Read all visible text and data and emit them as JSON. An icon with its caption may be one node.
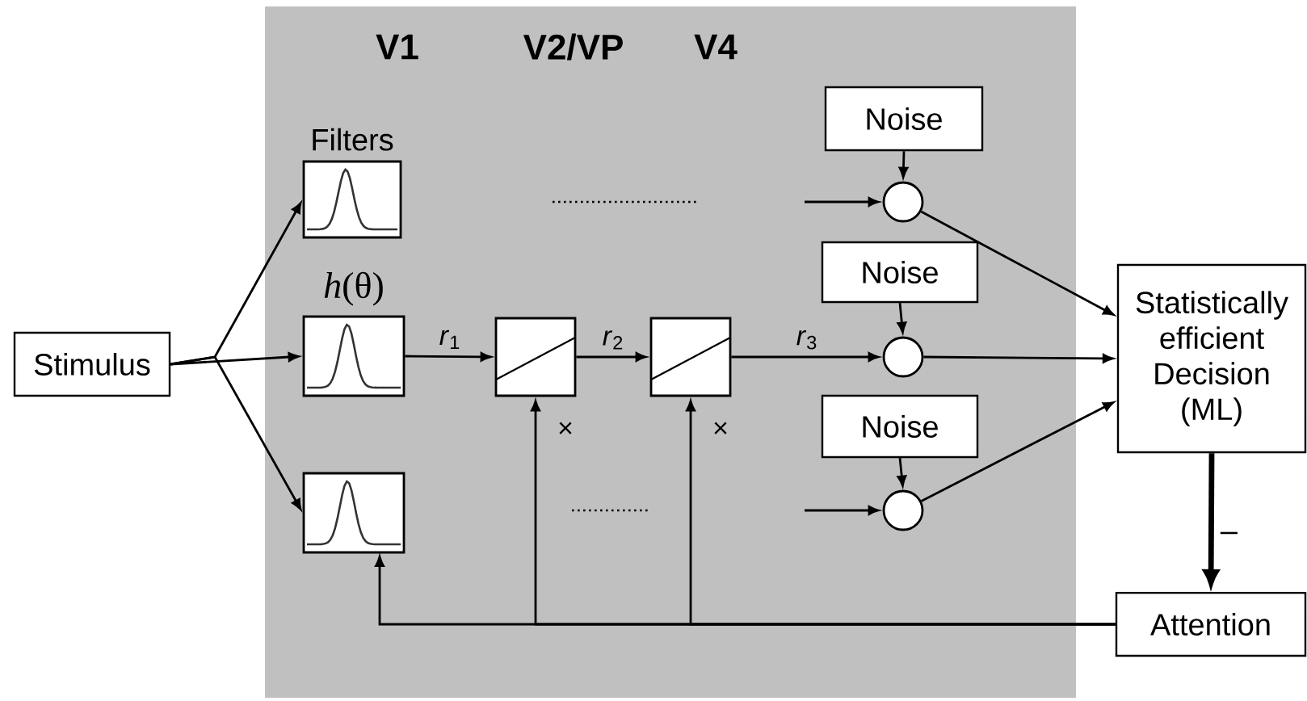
{
  "diagram": {
    "nodes": [
      {
        "text": [],
        "shape": "box"
      },
      {
        "text": [
          "Stimulus"
        ]
      },
      {
        "text": [],
        "shape": "picture",
        "in": 0,
        "beside": [
          "Filters"
        ]
      },
      {
        "text": [],
        "shape": "picture",
        "in": 0,
        "beside": [
          "*h*(θ)"
        ]
      },
      {
        "text": [],
        "shape": "picture",
        "in": 0
      },
      {
        "text": [],
        "shape": "box",
        "in": 0
      },
      {
        "text": [],
        "shape": "box",
        "in": 0
      },
      {
        "text": [
          "Noise"
        ],
        "in": 0
      },
      {
        "text": [],
        "shape": "circle",
        "in": 0
      },
      {
        "text": [
          "Noise"
        ],
        "in": 0
      },
      {
        "text": [],
        "shape": "circle",
        "in": 0
      },
      {
        "text": [
          "Noise"
        ],
        "in": 0
      },
      {
        "text": [],
        "shape": "circle",
        "in": 0
      },
      {
        "text": [
          "Statistically efficient Decision (ML)"
        ]
      },
      {
        "text": [
          "Attention"
        ]
      }
    ],
    "edges": [
      {
        "from": 1,
        "to": 2,
        "arrow": "to"
      },
      {
        "from": 1,
        "to": 3,
        "arrow": "to"
      },
      {
        "from": 1,
        "to": 4,
        "arrow": "to"
      },
      {
        "from": 3,
        "to": 5,
        "arrow": "to",
        "label": "*r*$_{1}$"
      },
      {
        "from": 5,
        "to": 6,
        "arrow": "to",
        "label": "*r*$_{2}$"
      },
      {
        "from": 6,
        "to": 10,
        "arrow": "to",
        "label": "*r*$_{3}$"
      },
      {
        "from": 7,
        "to": 8,
        "arrow": "to"
      },
      {
        "from": 9,
        "to": 10,
        "arrow": "to"
      },
      {
        "from": 11,
        "to": 12,
        "arrow": "to"
      },
      {
        "from": null,
        "to": 8,
        "arrow": "to"
      },
      {
        "from": null,
        "to": 12,
        "arrow": "to"
      },
      {
        "from": 8,
        "to": 13,
        "arrow": "to"
      },
      {
        "from": 10,
        "to": 13,
        "arrow": "to"
      },
      {
        "from": 12,
        "to": 13,
        "arrow": "to"
      },
      {
        "from": 13,
        "to": 14,
        "arrow": "to",
        "style": "thick",
        "label": "–"
      },
      {
        "from": 14,
        "to": 4,
        "arrow": "to"
      },
      {
        "from": 14,
        "to": 5,
        "arrow": "to"
      },
      {
        "from": 14,
        "to": 6,
        "arrow": "to"
      }
    ],
    "labels": [
      "V1",
      "V2/VP",
      "V4",
      "×",
      "×"
    ]
  }
}
